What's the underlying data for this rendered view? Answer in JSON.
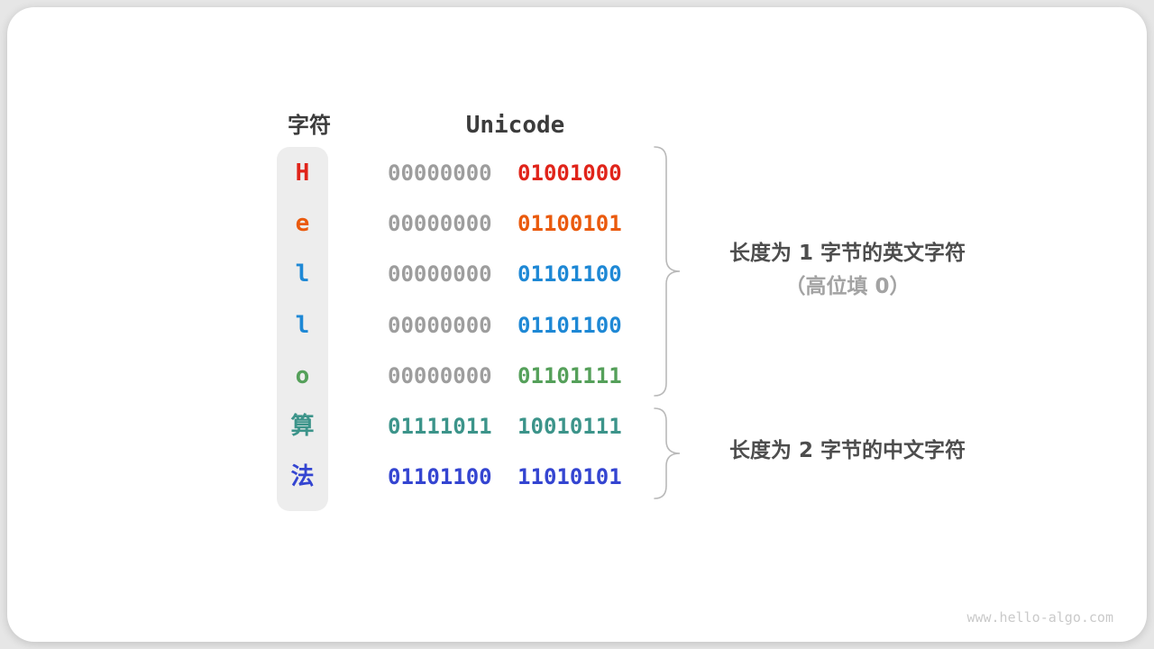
{
  "header": {
    "char_col": "字符",
    "unicode_col": "Unicode"
  },
  "rows": [
    {
      "char": "H",
      "high": "00000000",
      "low": "01001000",
      "char_color": "#e0241a",
      "high_color": "#9d9d9d",
      "low_color": "#e0241a"
    },
    {
      "char": "e",
      "high": "00000000",
      "low": "01100101",
      "char_color": "#ea5a0d",
      "high_color": "#9d9d9d",
      "low_color": "#ea5a0d"
    },
    {
      "char": "l",
      "high": "00000000",
      "low": "01101100",
      "char_color": "#1e88d5",
      "high_color": "#9d9d9d",
      "low_color": "#1e88d5"
    },
    {
      "char": "l",
      "high": "00000000",
      "low": "01101100",
      "char_color": "#1e88d5",
      "high_color": "#9d9d9d",
      "low_color": "#1e88d5"
    },
    {
      "char": "o",
      "high": "00000000",
      "low": "01101111",
      "char_color": "#55a05a",
      "high_color": "#9d9d9d",
      "low_color": "#55a05a"
    },
    {
      "char": "算",
      "high": "01111011",
      "low": "10010111",
      "char_color": "#3c948a",
      "high_color": "#3c948a",
      "low_color": "#3c948a"
    },
    {
      "char": "法",
      "high": "01101100",
      "low": "11010101",
      "char_color": "#3445d1",
      "high_color": "#3445d1",
      "low_color": "#3445d1"
    }
  ],
  "annotations": {
    "one_byte": {
      "line1": "长度为 1 字节的英文字符",
      "line2": "（高位填 0）"
    },
    "two_byte": {
      "line1": "长度为 2 字节的中文字符"
    }
  },
  "footer": {
    "watermark": "www.hello-algo.com"
  },
  "colors": {
    "page_background": "#e6e6e6",
    "card_background": "#ffffff",
    "char_column_background": "#ededed",
    "header_text": "#3c3c3c",
    "zero_padding_gray": "#9d9d9d",
    "annotation_primary": "#4d4d4d",
    "annotation_secondary": "#a3a3a3",
    "brace_stroke": "#b9b9b9",
    "watermark_text": "#cacaca"
  }
}
